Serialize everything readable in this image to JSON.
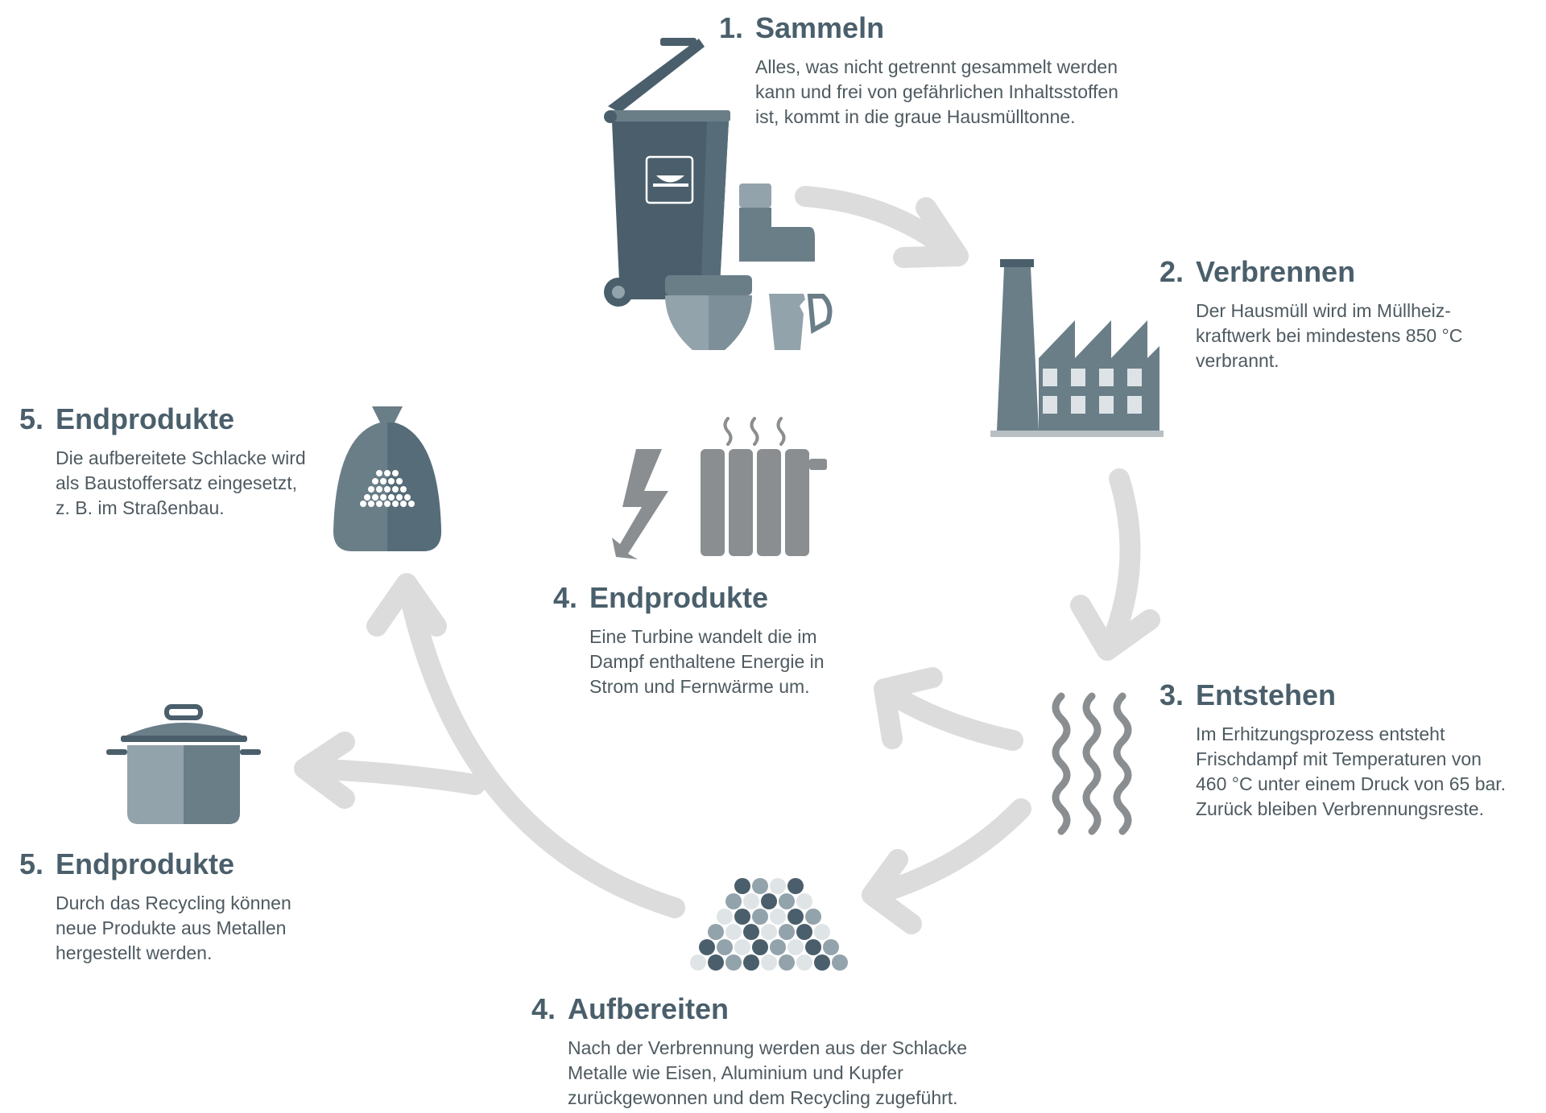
{
  "steps": {
    "sammeln": {
      "num": "1.",
      "title": "Sammeln",
      "lines": [
        "Alles, was nicht getrennt gesammelt werden",
        "kann und frei von gefährlichen Inhaltsstoffen",
        "ist, kommt in die graue Hausmülltonne."
      ]
    },
    "verbrennen": {
      "num": "2.",
      "title": "Verbrennen",
      "lines": [
        "Der Hausmüll wird im Müllheiz-",
        "kraftwerk bei mindestens 850 °C",
        "verbrannt."
      ]
    },
    "entstehen": {
      "num": "3.",
      "title": "Entstehen",
      "lines": [
        "Im Erhitzungsprozess entsteht",
        "Frischdampf mit Temperaturen von",
        "460 °C unter einem Druck von 65 bar.",
        "Zurück bleiben Verbrennungsreste."
      ]
    },
    "aufbereiten": {
      "num": "4.",
      "title": "Aufbereiten",
      "lines": [
        "Nach der Verbrennung werden aus der Schlacke",
        "Metalle wie Eisen, Aluminium und Kupfer",
        "zurückgewonnen und dem Recycling zugeführt."
      ]
    },
    "endprodukte_energie": {
      "num": "4.",
      "title": "Endprodukte",
      "lines": [
        "Eine Turbine wandelt die im",
        "Dampf enthaltene Energie in",
        "Strom und Fernwärme um."
      ]
    },
    "endprodukte_bau": {
      "num": "5.",
      "title": "Endprodukte",
      "lines": [
        "Die aufbereitete Schlacke wird",
        "als Baustoffersatz eingesetzt,",
        "z. B. im Straßenbau."
      ]
    },
    "endprodukte_metall": {
      "num": "5.",
      "title": "Endprodukte",
      "lines": [
        "Durch das Recycling können",
        "neue Produkte aus Metallen",
        "hergestellt werden."
      ]
    }
  },
  "colors": {
    "dark": "#4a5f6b",
    "mid": "#6a7e88",
    "light": "#93a3ab",
    "arrow": "#dcdcdc",
    "text": "#4e5a60"
  },
  "icons": [
    "trash-bin-icon",
    "boot-icon",
    "diaper-icon",
    "broken-cup-icon",
    "factory-icon",
    "steam-icon",
    "lightning-icon",
    "radiator-icon",
    "gravel-sack-icon",
    "cooking-pot-icon",
    "metal-pile-icon"
  ]
}
